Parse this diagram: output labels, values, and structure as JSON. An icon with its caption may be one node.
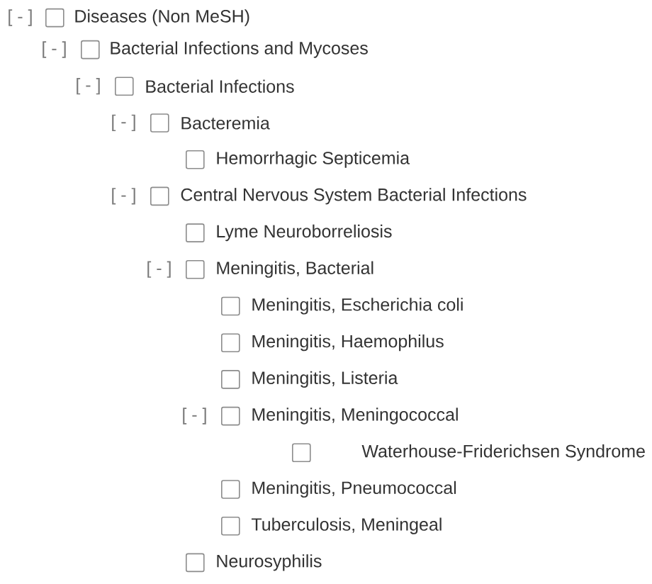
{
  "diagram": {
    "labels": [
      "[ - ]",
      "Diseases (Non MeSH)",
      "[ - ]",
      "Bacterial Infections and Mycoses",
      "[ - ]",
      "Bacterial Infections",
      "[ - ]",
      "Bacteremia",
      "Hemorrhagic Septicemia",
      "[ - ]",
      "Central Nervous System Bacterial Infections",
      "Lyme Neuroborreliosis",
      "[ - ]",
      "Meningitis, Bacterial",
      "Meningitis, Escherichia coli",
      "Meningitis, Haemophilus",
      "Meningitis, Listeria",
      "[ - ]",
      "Meningitis, Meningococcal",
      "Waterhouse-Friderichsen Syndrome",
      "Meningitis, Pneumococcal",
      "Tuberculosis, Meningeal",
      "Neurosyphilis"
    ]
  }
}
